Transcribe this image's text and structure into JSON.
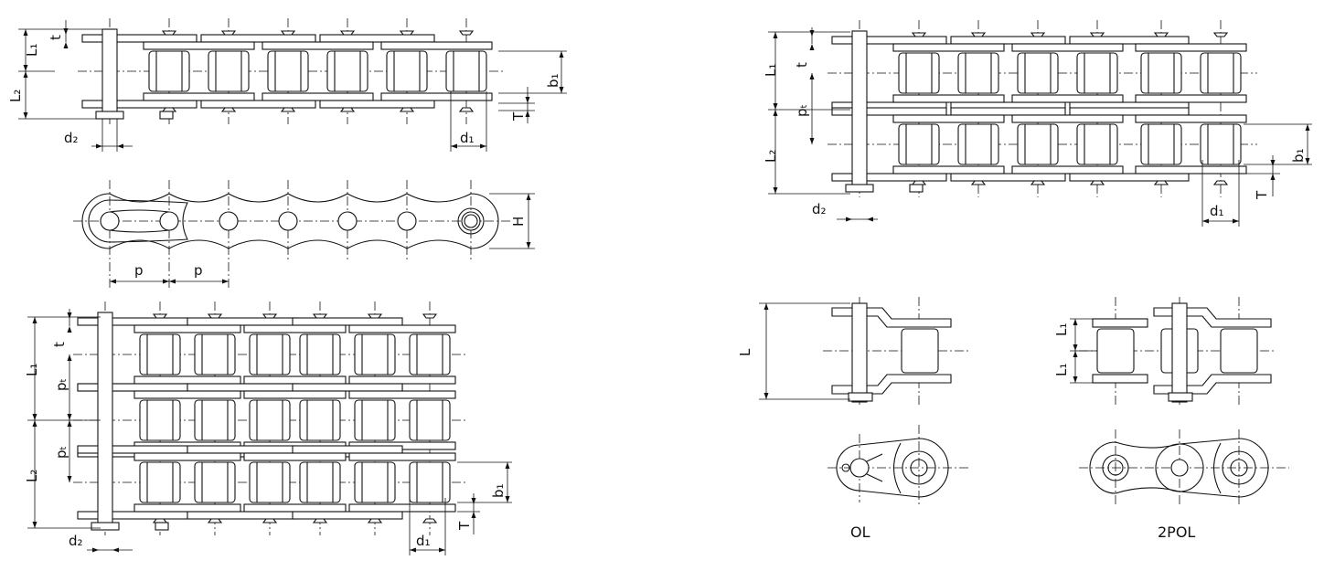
{
  "single_strand_top": {
    "labels": {
      "L1": "L₁",
      "t": "t",
      "L2": "L₂",
      "b1": "b₁",
      "T": "T",
      "d2": "d₂",
      "d1": "d₁"
    }
  },
  "side_view": {
    "labels": {
      "H": "H",
      "p_a": "p",
      "p_b": "p"
    }
  },
  "triple_strand_top": {
    "labels": {
      "L1": "L₁",
      "t": "t",
      "pt_a": "pₜ",
      "L2": "L₂",
      "pt_b": "pₜ",
      "b1": "b₁",
      "T": "T",
      "d2": "d₂",
      "d1": "d₁"
    }
  },
  "double_strand_top": {
    "labels": {
      "L1": "L₁",
      "t": "t",
      "pt": "pₜ",
      "L2": "L₂",
      "b1": "b₁",
      "T": "T",
      "d2": "d₂",
      "d1": "d₁"
    }
  },
  "offset_link": {
    "labels": {
      "L": "L"
    },
    "caption": "OL"
  },
  "double_offset_link": {
    "labels": {
      "L1_a": "L₁",
      "L1_b": "L₁"
    },
    "caption": "2POL"
  }
}
